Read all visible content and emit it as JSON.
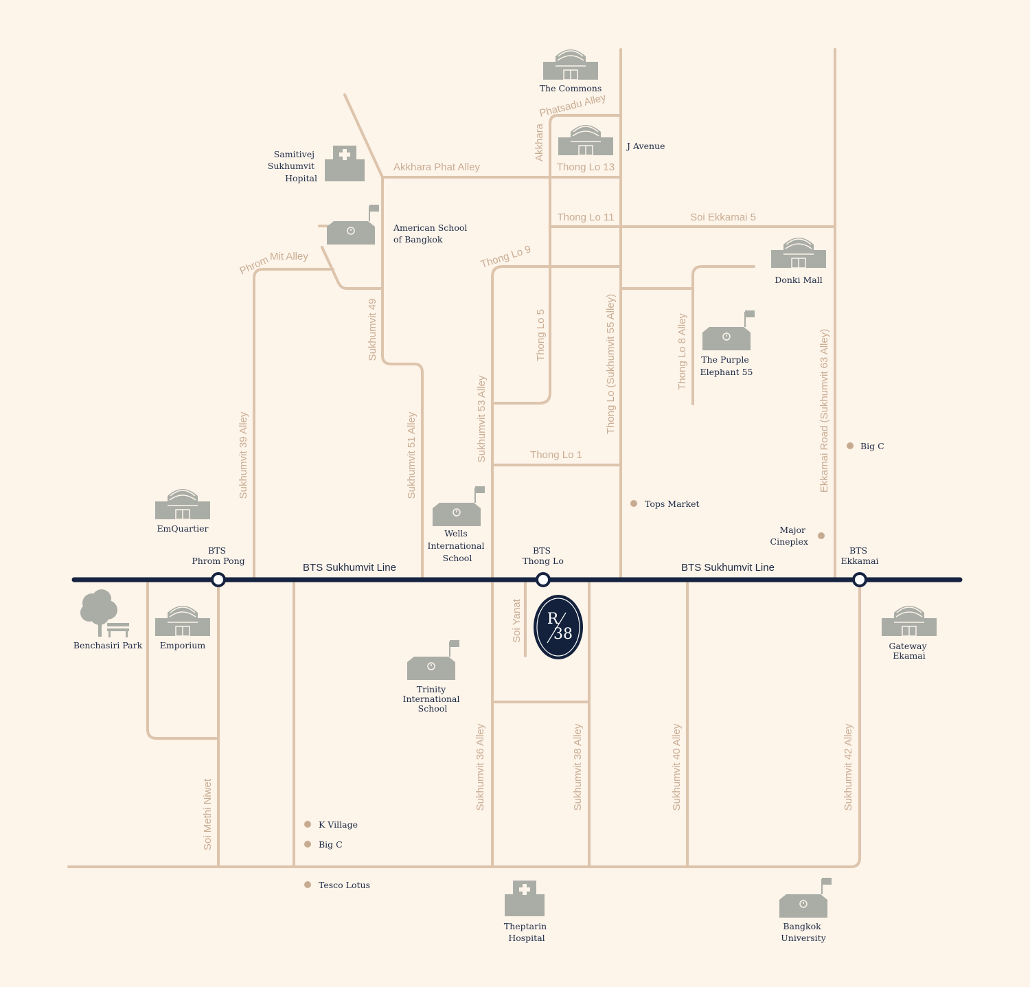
{
  "colors": {
    "background": "#fdf4ea",
    "road": "#ddc4ac",
    "bts_line": "#152340",
    "label_text": "#1d2a45",
    "road_label": "#c9ad93",
    "building_icon": "#a9ada5"
  },
  "lines": {
    "bts_left": "BTS Sukhumvit Line",
    "bts_right": "BTS Sukhumvit Line"
  },
  "stations": {
    "phrom_pong": [
      "BTS",
      "Phrom Pong"
    ],
    "thong_lo": [
      "BTS",
      "Thong Lo"
    ],
    "ekkamai": [
      "BTS",
      "Ekkamai"
    ]
  },
  "roads": {
    "akkhara_phat_alley": "Akkhara Phat Alley",
    "akkhara_phatsadu_alley": "Akkhara Phatsadu Alley",
    "thong_lo_13": "Thong Lo 13",
    "thong_lo_11": "Thong Lo 11",
    "soi_ekkamai_5": "Soi Ekkamai 5",
    "thong_lo_9": "Thong Lo 9",
    "phrom_mit_alley": "Phrom Mit  Alley",
    "sukhumvit_49": "Sukhumvit 49",
    "thong_lo_5": "Thong Lo 5",
    "thong_lo_55": "Thong Lo (Sukhumvit 55 Alley)",
    "thong_lo_8_alley": "Thong Lo 8 Alley",
    "ekkamai_road": "Ekkamai Road (Sukhumvit 63 Alley)",
    "sukhumvit_53_alley": "Sukhumvit 53 Alley",
    "sukhumvit_51_alley": "Sukhumvit 51  Alley",
    "sukhumvit_39_alley": "Sukhumvit 39 Alley",
    "thong_lo_1": "Thong Lo 1",
    "soi_yanat": "Soi Yanat",
    "soi_methi_niwet": "Soi Methi Niwet",
    "sukhumvit_36_alley": "Sukhumvit 36  Alley",
    "sukhumvit_38_alley": "Sukhumvit 38 Alley",
    "sukhumvit_40_alley": "Sukhumvit 40 Alley",
    "sukhumvit_42_alley": "Sukhumvit 42 Alley"
  },
  "places": {
    "the_commons": [
      "The Commons"
    ],
    "j_avenue": [
      "J Avenue"
    ],
    "samitivej": [
      "Samitivej",
      "Sukhumvit",
      "Hopital"
    ],
    "american_school": [
      "American School",
      "of Bangkok"
    ],
    "donki_mall": [
      "Donki Mall"
    ],
    "purple_elephant": [
      "The Purple",
      "Elephant 55"
    ],
    "emquartier": [
      "EmQuartier"
    ],
    "wells_school": [
      "Wells",
      "International",
      "School"
    ],
    "benchasiri_park": [
      "Benchasiri Park"
    ],
    "emporium": [
      "Emporium"
    ],
    "trinity_school": [
      "Trinity",
      "International",
      "School"
    ],
    "gateway_ekamai": [
      "Gateway",
      "Ekamai"
    ],
    "theptarin_hospital": [
      "Theptarin",
      "Hospital"
    ],
    "bangkok_university": [
      "Bangkok",
      "University"
    ]
  },
  "pois": {
    "big_c_east": "Big C",
    "tops_market": "Tops Market",
    "major_cineplex": [
      "Major",
      "Cineplex"
    ],
    "k_village": "K Village",
    "big_c_south": "Big C",
    "tesco_lotus": "Tesco Lotus"
  },
  "logo": {
    "letter": "R",
    "number": "38"
  },
  "icons": {
    "mall": "mall-building-icon",
    "hospital": "hospital-icon",
    "school": "school-icon",
    "park": "tree-bench-icon",
    "poi": "dot-marker-icon"
  }
}
